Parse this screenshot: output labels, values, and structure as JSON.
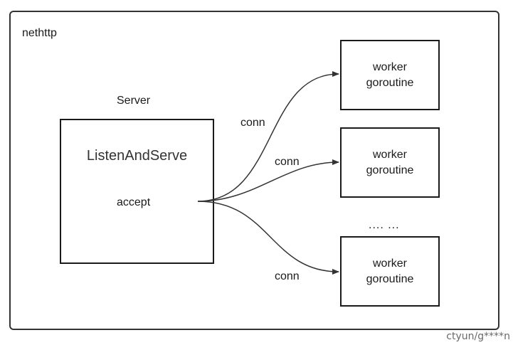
{
  "container": {
    "label": "nethttp"
  },
  "server": {
    "title": "Server",
    "method": "ListenAndServe",
    "action": "accept"
  },
  "connections": [
    "conn",
    "conn",
    "conn"
  ],
  "workers": [
    {
      "line1": "worker",
      "line2": "goroutine"
    },
    {
      "line1": "worker",
      "line2": "goroutine"
    },
    {
      "line1": "worker",
      "line2": "goroutine"
    }
  ],
  "ellipsis": ".... ...",
  "watermark": "ctyun/g****n"
}
